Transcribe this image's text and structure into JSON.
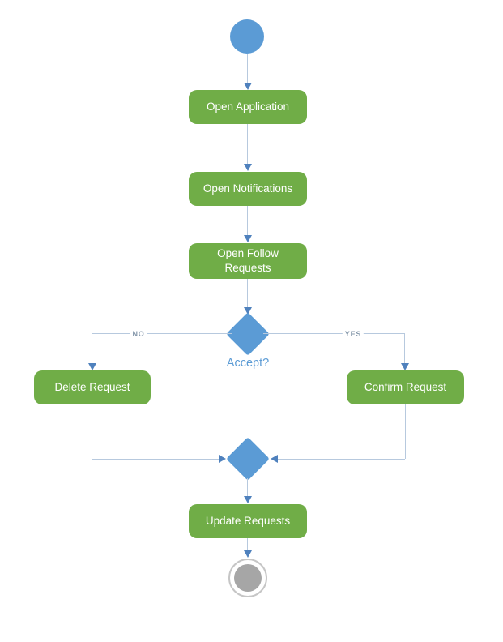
{
  "diagram_type": "uml-activity-diagram",
  "nodes": {
    "start": {
      "type": "initial"
    },
    "open_application": {
      "label": "Open Application"
    },
    "open_notifications": {
      "label": "Open Notifications"
    },
    "open_follow_requests": {
      "label": "Open Follow Requests"
    },
    "accept_decision": {
      "label": "Accept?"
    },
    "delete_request": {
      "label": "Delete Request"
    },
    "confirm_request": {
      "label": "Confirm Request"
    },
    "merge": {
      "type": "merge"
    },
    "update_requests": {
      "label": "Update Requests"
    },
    "end": {
      "type": "final"
    }
  },
  "edges": {
    "no_label": "NO",
    "yes_label": "YES"
  },
  "colors": {
    "action_fill": "#70AD47",
    "control_fill": "#5B9BD5",
    "connector_line": "#B7C9DE",
    "arrowhead": "#4F81BD",
    "edge_label_text": "#8497AA",
    "decision_label_text": "#5B9BD5",
    "final_fill": "#A6A6A6",
    "final_ring": "#C6C6C6"
  }
}
